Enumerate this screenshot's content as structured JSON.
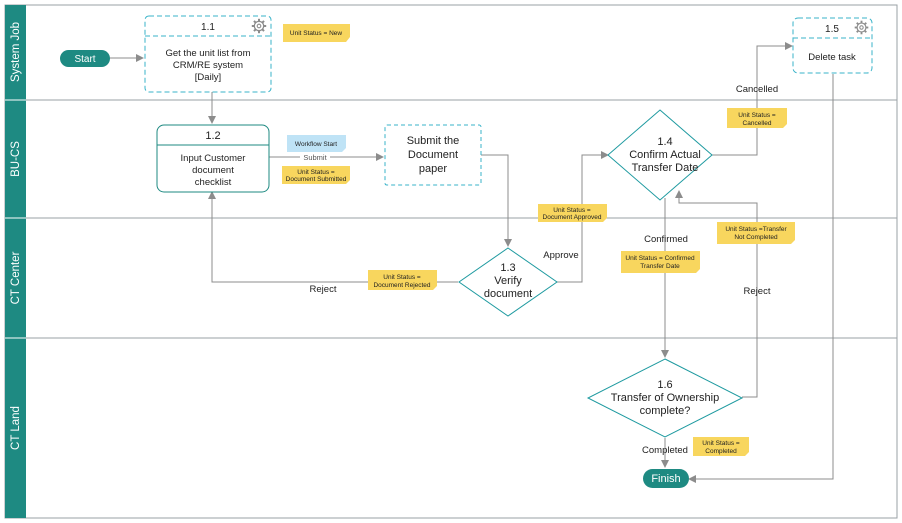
{
  "lanes": [
    {
      "label": "System Job"
    },
    {
      "label": "BU-CS"
    },
    {
      "label": "CT Center"
    },
    {
      "label": "CT Land"
    }
  ],
  "colors": {
    "teal": "#1e8a82",
    "teal_light": "#38b3c9",
    "note_yellow": "#f8d65e",
    "note_blue": "#bfe3f6",
    "lane_line": "#9aa0a6",
    "arrow": "#8c8c8c",
    "text": "#222222"
  },
  "nodes": {
    "start": {
      "label": "Start"
    },
    "finish": {
      "label": "Finish"
    },
    "task_1_1": {
      "number": "1.1",
      "lines": [
        "Get the unit list from",
        "CRM/RE system",
        "[Daily]"
      ]
    },
    "task_1_2": {
      "number": "1.2",
      "lines": [
        "Input Customer",
        "document",
        "checklist"
      ]
    },
    "submit_doc": {
      "lines": [
        "Submit the",
        "Document",
        "paper"
      ]
    },
    "decision_1_3": {
      "lines": [
        "1.3",
        "Verify",
        "document"
      ]
    },
    "decision_1_4": {
      "lines": [
        "1.4",
        "Confirm Actual",
        "Transfer Date"
      ]
    },
    "task_1_5": {
      "number": "1.5",
      "lines": [
        "Delete task"
      ]
    },
    "decision_1_6": {
      "lines": [
        "1.6",
        "Transfer of Ownership",
        "complete?"
      ]
    }
  },
  "notes": {
    "status_new": {
      "lines": [
        "Unit Status = New"
      ]
    },
    "workflow_start": {
      "lines": [
        "Workflow Start"
      ]
    },
    "doc_submitted": {
      "lines": [
        "Unit Status =",
        "Document Submitted"
      ]
    },
    "doc_approved": {
      "lines": [
        "Unit Status =",
        "Document Approved"
      ]
    },
    "doc_rejected": {
      "lines": [
        "Unit Status =",
        "Document Rejected"
      ]
    },
    "cancelled": {
      "lines": [
        "Unit Status =",
        "Cancelled"
      ]
    },
    "confirmed_date": {
      "lines": [
        "Unit Status = Confirmed",
        "Transfer Date"
      ]
    },
    "transfer_not_completed": {
      "lines": [
        "Unit Status =Transfer",
        "Not Completed"
      ]
    },
    "completed": {
      "lines": [
        "Unit Status =",
        "Completed"
      ]
    }
  },
  "edge_labels": {
    "submit": "Submit",
    "reject_1_3": "Reject",
    "approve": "Approve",
    "cancelled": "Cancelled",
    "confirmed": "Confirmed",
    "reject_1_6": "Reject",
    "completed": "Completed"
  }
}
